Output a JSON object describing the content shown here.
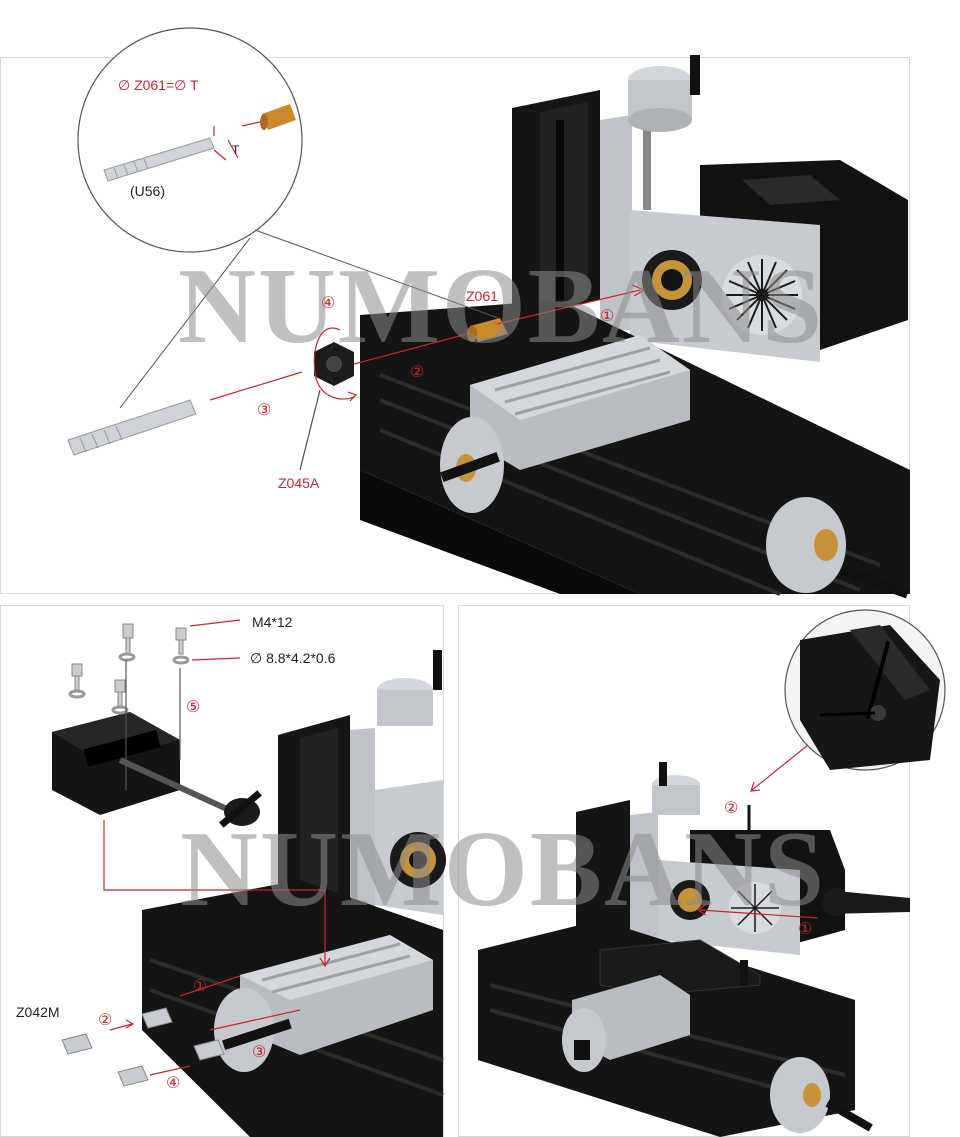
{
  "colors": {
    "annotation": "#c8252c",
    "machine": "#111111",
    "metal": "#c9ccd1",
    "brass": "#c98a2b"
  },
  "watermark": "NUMOBANS",
  "panel_top": {
    "inset_formula": "∅ Z061=∅ T",
    "inset_tool_label": "(U56)",
    "inset_dim_label": "T",
    "parts": {
      "collet": "Z061",
      "nut": "Z045A"
    },
    "steps": [
      "①",
      "②",
      "③",
      "④"
    ]
  },
  "panel_bottom_left": {
    "screw_label": "M4*12",
    "washer_label": "∅ 8.8*4.2*0.6",
    "tnut_label": "Z042M",
    "steps": [
      "①",
      "②",
      "③",
      "④",
      "⑤"
    ]
  },
  "panel_bottom_right": {
    "steps": [
      "①",
      "②"
    ]
  }
}
